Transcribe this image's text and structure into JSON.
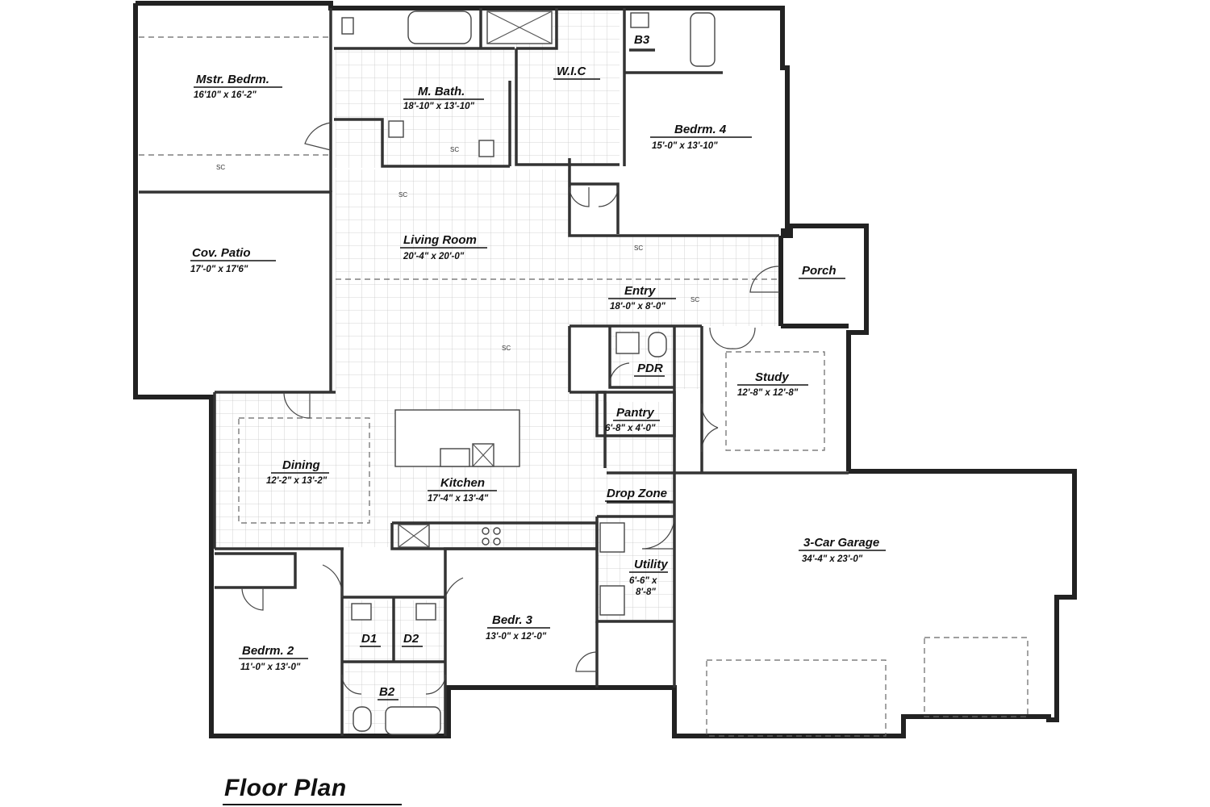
{
  "title": "Floor Plan",
  "rooms": {
    "master_bedroom": {
      "name": "Mstr. Bedrm.",
      "size": "16'10\" x 16'-2\""
    },
    "master_bath": {
      "name": "M. Bath.",
      "size": "18'-10\" x 13'-10\""
    },
    "wic": {
      "name": "W.I.C"
    },
    "b3": {
      "name": "B3"
    },
    "bedroom_4": {
      "name": "Bedrm. 4",
      "size": "15'-0\" x 13'-10\""
    },
    "covered_patio": {
      "name": "Cov. Patio",
      "size": "17'-0\" x 17'6\""
    },
    "living_room": {
      "name": "Living Room",
      "size": "20'-4\" x 20'-0\""
    },
    "porch": {
      "name": "Porch"
    },
    "entry": {
      "name": "Entry",
      "size": "18'-0\" x 8'-0\""
    },
    "pdr": {
      "name": "PDR"
    },
    "study": {
      "name": "Study",
      "size": "12'-8\" x 12'-8\""
    },
    "pantry": {
      "name": "Pantry",
      "size": "6'-8\" x 4'-0\""
    },
    "dining": {
      "name": "Dining",
      "size": "12'-2\" x 13'-2\""
    },
    "kitchen": {
      "name": "Kitchen",
      "size": "17'-4\" x 13'-4\""
    },
    "drop_zone": {
      "name": "Drop Zone"
    },
    "garage": {
      "name": "3-Car Garage",
      "size": "34'-4\" x 23'-0\""
    },
    "utility": {
      "name": "Utility",
      "size_line1": "6'-6\" x",
      "size_line2": "8'-8\""
    },
    "bedroom_3": {
      "name": "Bedr. 3",
      "size": "13'-0\" x 12'-0\""
    },
    "bedroom_2": {
      "name": "Bedrm. 2",
      "size": "11'-0\" x 13'-0\""
    },
    "d1": {
      "name": "D1"
    },
    "d2": {
      "name": "D2"
    },
    "b2": {
      "name": "B2"
    }
  },
  "smoke_marker": "SC"
}
